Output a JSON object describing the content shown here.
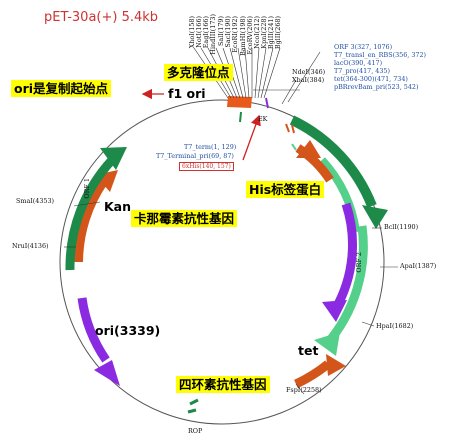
{
  "title": "pET-30a(+) 5.4kb",
  "top_sites": [
    "XhoI(158)",
    "NotI(166)",
    "EagI(166)",
    "HindIII(173)",
    "SalI(179)",
    "SacI(190)",
    "EcoRI(192)",
    "BamHI(198)",
    "EcoRV(206)",
    "NcoI(212)",
    "KpnI(228)",
    "BglII(241)",
    "BglII(268)"
  ],
  "mcs_label": "多克隆位点",
  "ori_label": "ori是复制起始点",
  "f1_label": "f1 ori",
  "ndei_label": "NdeI(346)",
  "xbai_label": "XbaI(384)",
  "right_features": [
    "ORF 3(327, 1076)",
    "T7_transl_en_RBS(356, 372)",
    "lacO(390, 417)",
    "T7_pro(417, 435)",
    "tet(364-300)(471, 734)",
    "pBRrevBam_pri(523, 542)"
  ],
  "ek_label": "EK",
  "t7_term": "T7_term(1, 129)",
  "t7_terminal_pri": "T7_Terminal_pri(69, 87)",
  "his_box": "6xHis(140, 157)",
  "his_label": "His标签蛋白",
  "kan_label": "Kan",
  "kan_cn": "卡那霉素抗性基因",
  "smai": "SmaI(4353)",
  "orf1_label": "ORF 1",
  "nrui": "NruI(4136)",
  "ori_num": "ori(3339)",
  "bcli": "BclI(1190)",
  "apai": "ApaI(1387)",
  "orf2_label": "ORF 2",
  "hpai": "HpaI(1682)",
  "tet_label": "tet",
  "tet_cn": "四环素抗性基因",
  "fspi": "FspI(2258)",
  "rop": "ROP",
  "colors": {
    "title_red": "#cc3333",
    "orange": "#d4551a",
    "dark_green": "#1e8a4a",
    "light_green": "#55d08a",
    "purple": "#8a2be2",
    "callout_yellow": "#ffff00",
    "label_blue": "#1f4fa3",
    "arrow_red": "#cc2222"
  }
}
